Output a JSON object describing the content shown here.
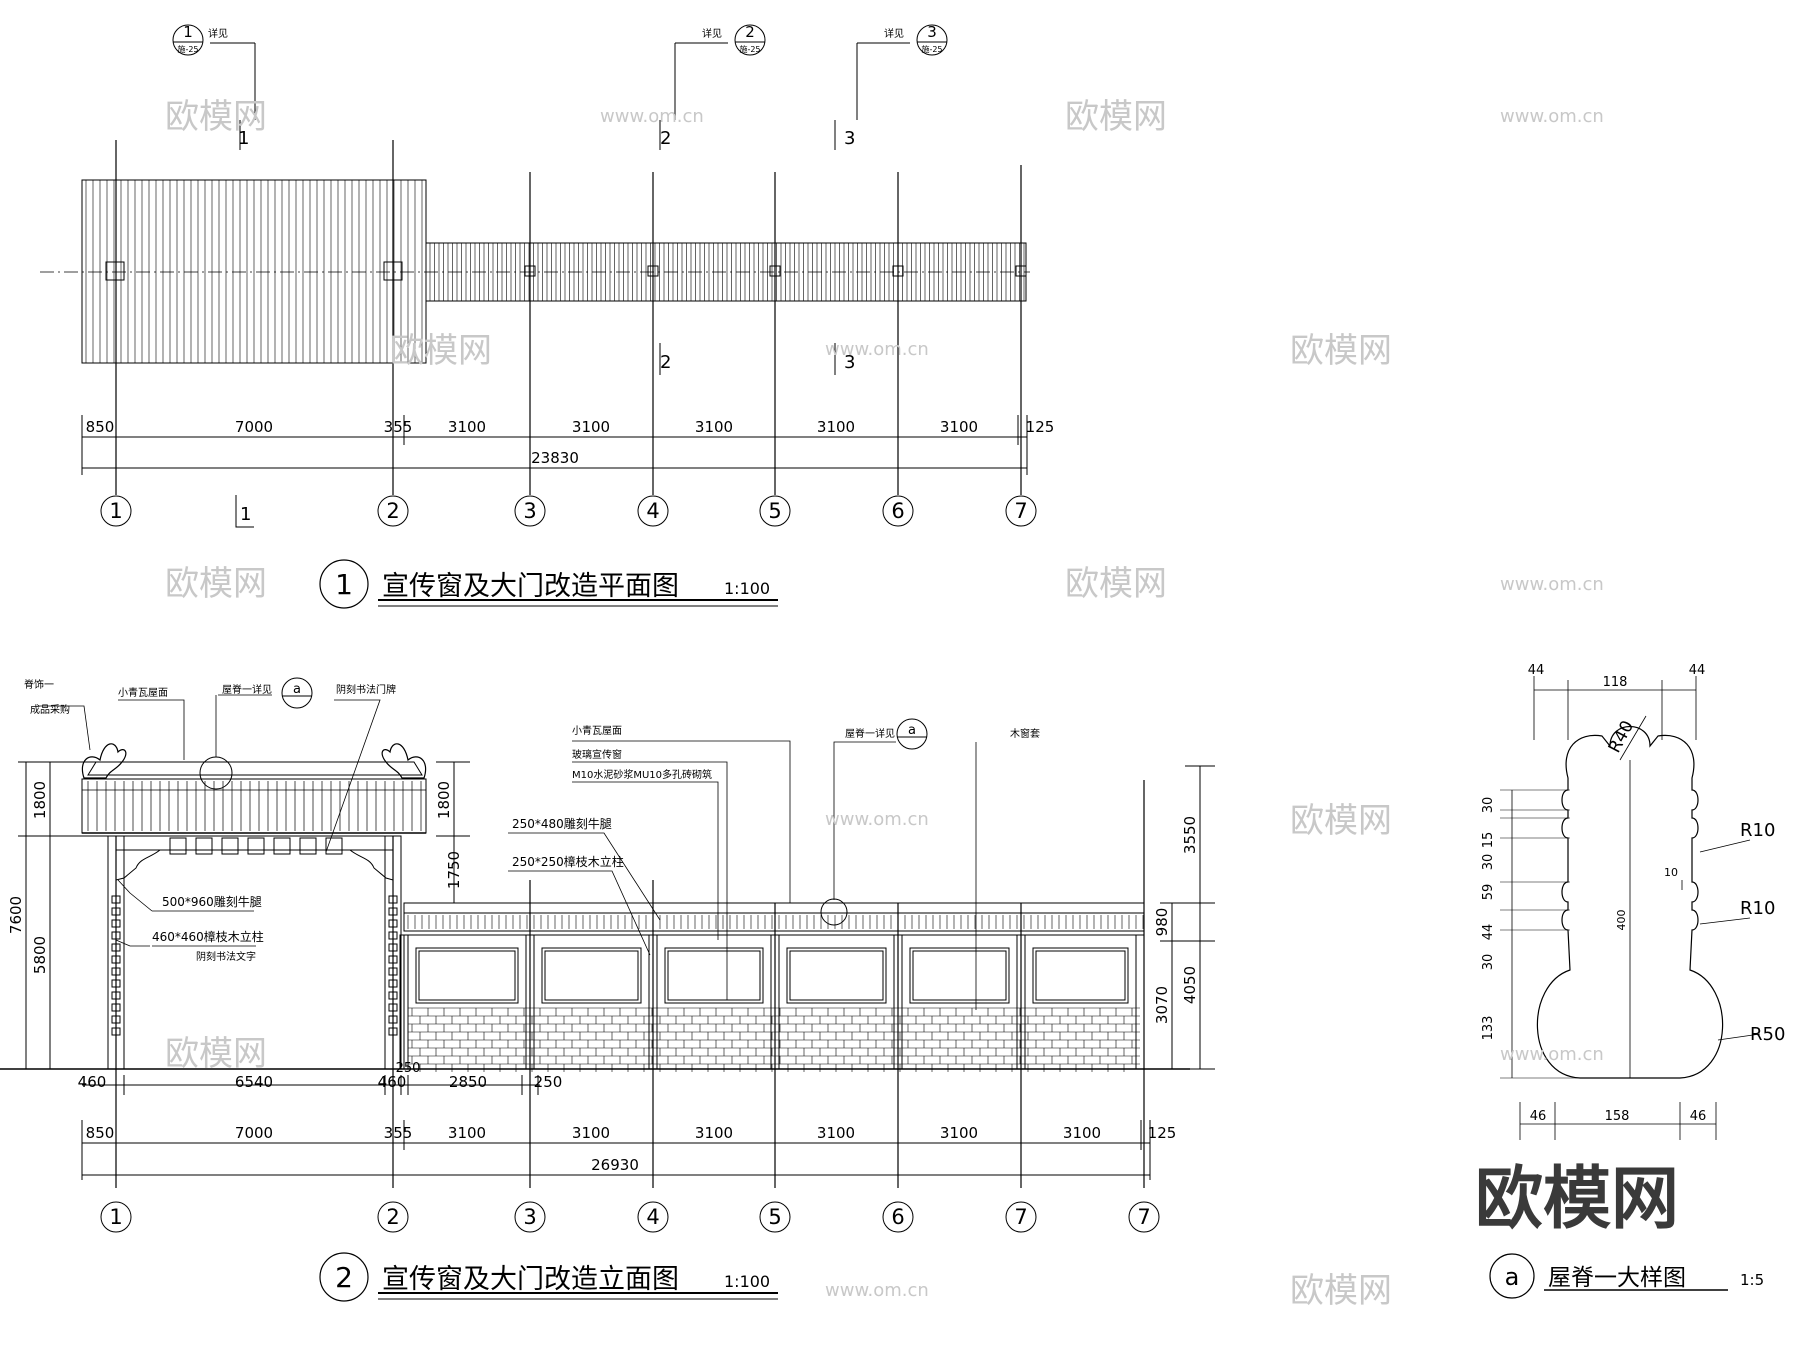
{
  "plan": {
    "title_num": "1",
    "title": "宣传窗及大门改造平面图",
    "scale": "1:100",
    "callouts": [
      {
        "num": "1",
        "ref": "详见",
        "sheet": "施-25"
      },
      {
        "num": "2",
        "ref": "详见",
        "sheet": "施-25"
      },
      {
        "num": "3",
        "ref": "详见",
        "sheet": "施-25"
      }
    ],
    "section_marks": [
      "1",
      "2",
      "3",
      "2",
      "3",
      "1"
    ],
    "dims_row1": [
      "850",
      "7000",
      "355",
      "3100",
      "3100",
      "3100",
      "3100",
      "3100",
      "125"
    ],
    "dim_total": "23830",
    "axes": [
      "1",
      "2",
      "3",
      "4",
      "5",
      "6",
      "7"
    ]
  },
  "elevation": {
    "title_num": "2",
    "title": "宣传窗及大门改造立面图",
    "scale": "1:100",
    "labels": {
      "ridge_decor": "脊饰一",
      "ridge_decor2": "成品采购",
      "tile_roof": "小青瓦屋面",
      "ridge_ref": "屋脊一详见",
      "plaque": "阴刻书法门牌",
      "tile_roof2": "小青瓦屋面",
      "glass_board": "玻璃宣传窗",
      "brick_wall": "M10水泥砂浆MU10多孔砖砌筑",
      "ridge_ref2": "屋脊一详见",
      "wood_frame": "木窗套",
      "brace_a": "500*960雕刻牛腿",
      "column_a": "460*460樟枝木立柱",
      "column_a2": "阴刻书法文字",
      "brace_b": "250*480雕刻牛腿",
      "column_b": "250*250樟枝木立柱",
      "detail_ref": "a"
    },
    "vdims_left": [
      "1800",
      "5800",
      "7600"
    ],
    "vdims_gate": [
      "1800",
      "1750"
    ],
    "vdims_right": [
      "3550",
      "980",
      "3070",
      "4050"
    ],
    "dims_row0": [
      "460",
      "6540",
      "460",
      "250",
      "2850",
      "250"
    ],
    "dims_row1": [
      "850",
      "7000",
      "355",
      "3100",
      "3100",
      "3100",
      "3100",
      "3100",
      "3100",
      "125"
    ],
    "dim_total": "26930",
    "axes": [
      "1",
      "2",
      "3",
      "4",
      "5",
      "6",
      "7",
      "7"
    ]
  },
  "detail": {
    "title_num": "a",
    "title": "屋脊一大样图",
    "scale": "1:5",
    "top_dims": [
      "44",
      "118",
      "44"
    ],
    "bottom_dims": [
      "46",
      "158",
      "46"
    ],
    "left_dims": [
      "30",
      "15",
      "30",
      "59",
      "44",
      "30",
      "133"
    ],
    "height_dim": "400",
    "small_dim": "10",
    "radii": [
      "R40",
      "R10",
      "R10",
      "R50"
    ]
  },
  "watermarks": {
    "cn": "欧模网",
    "url": "www.om.cn"
  },
  "brand": "欧模网"
}
